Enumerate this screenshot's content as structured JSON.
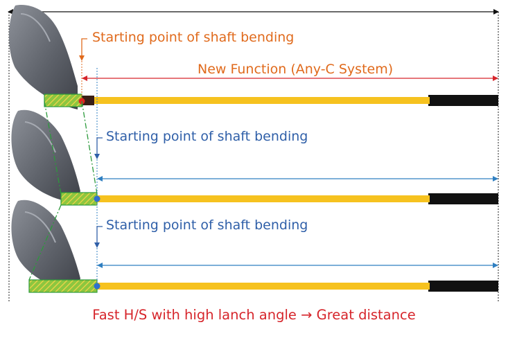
{
  "labels": {
    "start_point_1": "Starting point of shaft bending",
    "new_function": "New Function (Any-C System)",
    "start_point_2": "Starting point of shaft bending",
    "start_point_3": "Starting point of shaft bending",
    "caption": "Fast H/S with high lanch angle → Great distance"
  },
  "colors": {
    "orange": "#e06a1c",
    "red": "#d6252b",
    "blue": "#2f5fa8",
    "shaft_yellow": "#f6c21f",
    "grip_black": "#111111",
    "hosel_green": "#8cc63f",
    "head_gray": "#6f737c"
  },
  "icons": [
    "club-head-icon",
    "club-head-icon",
    "club-head-icon"
  ]
}
